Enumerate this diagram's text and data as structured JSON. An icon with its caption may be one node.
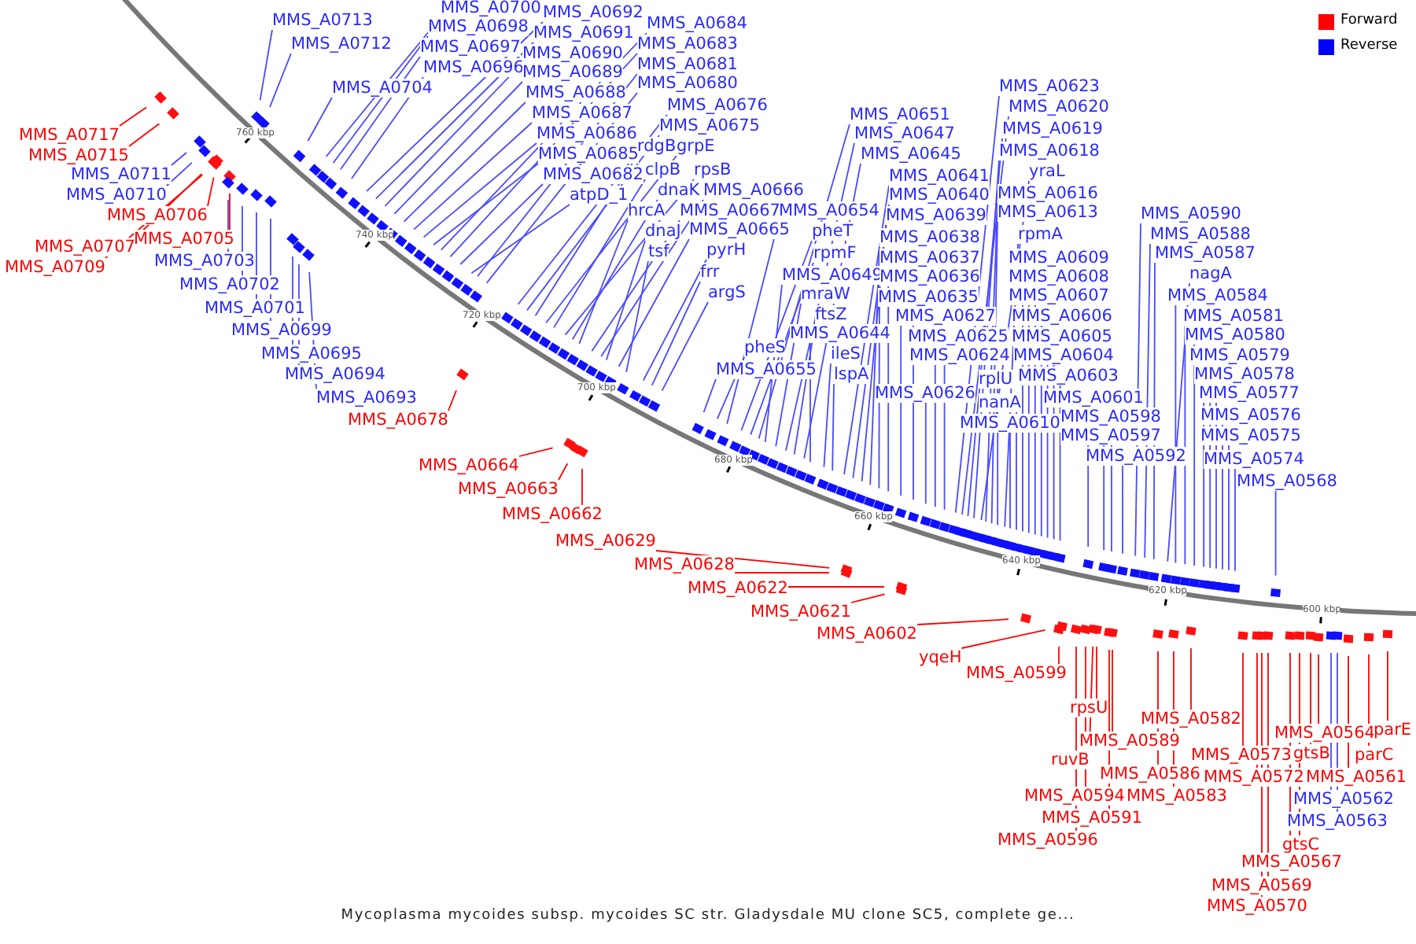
{
  "diagram": {
    "caption": "Mycoplasma mycoides subsp. mycoides SC str. Gladysdale MU clone SC5, complete ge...",
    "nodes": [
      {
        "text": [
          "MMS_A0713"
        ]
      },
      {
        "text": [
          "MMS_A0712"
        ]
      },
      {
        "text": [
          "MMS_A0700"
        ]
      },
      {
        "text": [
          "MMS_A0698"
        ]
      },
      {
        "text": [
          "MMS_A0697"
        ]
      },
      {
        "text": [
          "MMS_A0696"
        ]
      },
      {
        "text": [
          "MMS_A0704"
        ]
      },
      {
        "text": [
          "MMS_A0692"
        ]
      },
      {
        "text": [
          "MMS_A0691"
        ]
      },
      {
        "text": [
          "MMS_A0690"
        ]
      },
      {
        "text": [
          "MMS_A0689"
        ]
      },
      {
        "text": [
          "MMS_A0688"
        ]
      },
      {
        "text": [
          "MMS_A0687"
        ]
      },
      {
        "text": [
          "MMS_A0686"
        ]
      },
      {
        "text": [
          "MMS_A0685"
        ]
      },
      {
        "text": [
          "MMS_A0682"
        ]
      },
      {
        "text": [
          "atpD_1"
        ]
      },
      {
        "text": [
          "MMS_A0684"
        ]
      },
      {
        "text": [
          "MMS_A0683"
        ]
      },
      {
        "text": [
          "MMS_A0681"
        ]
      },
      {
        "text": [
          "MMS_A0680"
        ]
      },
      {
        "text": [
          "MMS_A0676"
        ]
      },
      {
        "text": [
          "MMS_A0675"
        ]
      },
      {
        "text": [
          "rdgB"
        ]
      },
      {
        "text": [
          "grpE"
        ]
      },
      {
        "text": [
          "clpB"
        ]
      },
      {
        "text": [
          "rpsB"
        ]
      },
      {
        "text": [
          "dnaK"
        ]
      },
      {
        "text": [
          "MMS_A0666"
        ]
      },
      {
        "text": [
          "hrcA"
        ]
      },
      {
        "text": [
          "MMS_A0667"
        ]
      },
      {
        "text": [
          "MMS_A0654"
        ]
      },
      {
        "text": [
          "dnaJ"
        ]
      },
      {
        "text": [
          "MMS_A0665"
        ]
      },
      {
        "text": [
          "tsf"
        ]
      },
      {
        "text": [
          "pyrH"
        ]
      },
      {
        "text": [
          "frr"
        ]
      },
      {
        "text": [
          "argS"
        ]
      },
      {
        "text": [
          "MMS_A0651"
        ]
      },
      {
        "text": [
          "MMS_A0647"
        ]
      },
      {
        "text": [
          "MMS_A0645"
        ]
      },
      {
        "text": [
          "MMS_A0641"
        ]
      },
      {
        "text": [
          "MMS_A0640"
        ]
      },
      {
        "text": [
          "MMS_A0639"
        ]
      },
      {
        "text": [
          "pheT"
        ]
      },
      {
        "text": [
          "MMS_A0638"
        ]
      },
      {
        "text": [
          "rpmF"
        ]
      },
      {
        "text": [
          "MMS_A0637"
        ]
      },
      {
        "text": [
          "MMS_A0649"
        ]
      },
      {
        "text": [
          "MMS_A0636"
        ]
      },
      {
        "text": [
          "mraW"
        ]
      },
      {
        "text": [
          "MMS_A0635"
        ]
      },
      {
        "text": [
          "ftsZ"
        ]
      },
      {
        "text": [
          "MMS_A0627"
        ]
      },
      {
        "text": [
          "MMS_A0644"
        ]
      },
      {
        "text": [
          "MMS_A0625"
        ]
      },
      {
        "text": [
          "pheS"
        ]
      },
      {
        "text": [
          "ileS"
        ]
      },
      {
        "text": [
          "MMS_A0624"
        ]
      },
      {
        "text": [
          "MMS_A0655"
        ]
      },
      {
        "text": [
          "lspA"
        ]
      },
      {
        "text": [
          "MMS_A0626"
        ]
      },
      {
        "text": [
          "MMS_A0623"
        ]
      },
      {
        "text": [
          "MMS_A0620"
        ]
      },
      {
        "text": [
          "MMS_A0619"
        ]
      },
      {
        "text": [
          "MMS_A0618"
        ]
      },
      {
        "text": [
          "yraL"
        ]
      },
      {
        "text": [
          "MMS_A0616"
        ]
      },
      {
        "text": [
          "MMS_A0613"
        ]
      },
      {
        "text": [
          "rpmA"
        ]
      },
      {
        "text": [
          "MMS_A0609"
        ]
      },
      {
        "text": [
          "MMS_A0608"
        ]
      },
      {
        "text": [
          "MMS_A0607"
        ]
      },
      {
        "text": [
          "MMS_A0606"
        ]
      },
      {
        "text": [
          "MMS_A0605"
        ]
      },
      {
        "text": [
          "MMS_A0604"
        ]
      },
      {
        "text": [
          "MMS_A0603"
        ]
      },
      {
        "text": [
          "rplU"
        ]
      },
      {
        "text": [
          "MMS_A0601"
        ]
      },
      {
        "text": [
          "nanA"
        ]
      },
      {
        "text": [
          "MMS_A0598"
        ]
      },
      {
        "text": [
          "MMS_A0610"
        ]
      },
      {
        "text": [
          "MMS_A0597"
        ]
      },
      {
        "text": [
          "MMS_A0592"
        ]
      },
      {
        "text": [
          "MMS_A0590"
        ]
      },
      {
        "text": [
          "MMS_A0588"
        ]
      },
      {
        "text": [
          "MMS_A0587"
        ]
      },
      {
        "text": [
          "nagA"
        ]
      },
      {
        "text": [
          "MMS_A0584"
        ]
      },
      {
        "text": [
          "MMS_A0581"
        ]
      },
      {
        "text": [
          "MMS_A0580"
        ]
      },
      {
        "text": [
          "MMS_A0579"
        ]
      },
      {
        "text": [
          "MMS_A0578"
        ]
      },
      {
        "text": [
          "MMS_A0577"
        ]
      },
      {
        "text": [
          "MMS_A0576"
        ]
      },
      {
        "text": [
          "MMS_A0575"
        ]
      },
      {
        "text": [
          "MMS_A0574"
        ]
      },
      {
        "text": [
          "MMS_A0568"
        ]
      },
      {
        "text": [
          "MMS_A0717"
        ]
      },
      {
        "text": [
          "MMS_A0715"
        ]
      },
      {
        "text": [
          "MMS_A0711"
        ]
      },
      {
        "text": [
          "MMS_A0710"
        ]
      },
      {
        "text": [
          "MMS_A0706"
        ]
      },
      {
        "text": [
          "MMS_A0705"
        ]
      },
      {
        "text": [
          "MMS_A0707"
        ]
      },
      {
        "text": [
          "MMS_A0703"
        ]
      },
      {
        "text": [
          "MMS_A0709"
        ]
      },
      {
        "text": [
          "MMS_A0702"
        ]
      },
      {
        "text": [
          "MMS_A0701"
        ]
      },
      {
        "text": [
          "MMS_A0699"
        ]
      },
      {
        "text": [
          "MMS_A0695"
        ]
      },
      {
        "text": [
          "MMS_A0694"
        ]
      },
      {
        "text": [
          "MMS_A0693"
        ]
      },
      {
        "text": [
          "MMS_A0678"
        ]
      },
      {
        "text": [
          "MMS_A0664"
        ]
      },
      {
        "text": [
          "MMS_A0663"
        ]
      },
      {
        "text": [
          "MMS_A0662"
        ]
      },
      {
        "text": [
          "MMS_A0629"
        ]
      },
      {
        "text": [
          "MMS_A0628"
        ]
      },
      {
        "text": [
          "MMS_A0622"
        ]
      },
      {
        "text": [
          "MMS_A0621"
        ]
      },
      {
        "text": [
          "MMS_A0602"
        ]
      },
      {
        "text": [
          "yqeH"
        ]
      },
      {
        "text": [
          "MMS_A0599"
        ]
      },
      {
        "text": [
          "rpsU"
        ]
      },
      {
        "text": [
          "MMS_A0582"
        ]
      },
      {
        "text": [
          "MMS_A0564"
        ]
      },
      {
        "text": [
          "parE"
        ]
      },
      {
        "text": [
          "MMS_A0589"
        ]
      },
      {
        "text": [
          "MMS_A0573"
        ]
      },
      {
        "text": [
          "gtsB"
        ]
      },
      {
        "text": [
          "parC"
        ]
      },
      {
        "text": [
          "ruvB"
        ]
      },
      {
        "text": [
          "MMS_A0586"
        ]
      },
      {
        "text": [
          "MMS_A0572"
        ]
      },
      {
        "text": [
          "MMS_A0561"
        ]
      },
      {
        "text": [
          "MMS_A0594"
        ]
      },
      {
        "text": [
          "MMS_A0583"
        ]
      },
      {
        "text": [
          "MMS_A0562"
        ]
      },
      {
        "text": [
          "MMS_A0591"
        ]
      },
      {
        "text": [
          "MMS_A0563"
        ]
      },
      {
        "text": [
          "MMS_A0596"
        ]
      },
      {
        "text": [
          "gtsC"
        ]
      },
      {
        "text": [
          "MMS_A0567"
        ]
      },
      {
        "text": [
          "MMS_A0569"
        ]
      },
      {
        "text": [
          "MMS_A0570"
        ]
      }
    ],
    "edges": [
      {
        "from": 0,
        "to": null,
        "arrow": "none"
      },
      {
        "from": 1,
        "to": null,
        "arrow": "none"
      },
      {
        "from": 2,
        "to": null,
        "arrow": "none"
      },
      {
        "from": 3,
        "to": null,
        "arrow": "none"
      },
      {
        "from": 4,
        "to": null,
        "arrow": "none"
      },
      {
        "from": 5,
        "to": null,
        "arrow": "none"
      },
      {
        "from": 6,
        "to": null,
        "arrow": "none"
      },
      {
        "from": 7,
        "to": null,
        "arrow": "none"
      },
      {
        "from": 8,
        "to": null,
        "arrow": "none"
      },
      {
        "from": 9,
        "to": null,
        "arrow": "none"
      },
      {
        "from": 10,
        "to": null,
        "arrow": "none"
      },
      {
        "from": 11,
        "to": null,
        "arrow": "none"
      },
      {
        "from": 12,
        "to": null,
        "arrow": "none"
      },
      {
        "from": 13,
        "to": null,
        "arrow": "none"
      },
      {
        "from": 14,
        "to": null,
        "arrow": "none"
      },
      {
        "from": 15,
        "to": null,
        "arrow": "none"
      },
      {
        "from": 16,
        "to": null,
        "arrow": "none"
      },
      {
        "from": 17,
        "to": null,
        "arrow": "none"
      },
      {
        "from": 18,
        "to": null,
        "arrow": "none"
      },
      {
        "from": 19,
        "to": null,
        "arrow": "none"
      },
      {
        "from": 20,
        "to": null,
        "arrow": "none"
      },
      {
        "from": 21,
        "to": null,
        "arrow": "none"
      },
      {
        "from": 22,
        "to": null,
        "arrow": "none"
      },
      {
        "from": 23,
        "to": null,
        "arrow": "none"
      },
      {
        "from": 24,
        "to": null,
        "arrow": "none"
      },
      {
        "from": 25,
        "to": null,
        "arrow": "none"
      },
      {
        "from": 26,
        "to": null,
        "arrow": "none"
      },
      {
        "from": 27,
        "to": null,
        "arrow": "none"
      },
      {
        "from": 28,
        "to": null,
        "arrow": "none"
      },
      {
        "from": 29,
        "to": null,
        "arrow": "none"
      },
      {
        "from": 30,
        "to": null,
        "arrow": "none"
      },
      {
        "from": 31,
        "to": null,
        "arrow": "none"
      },
      {
        "from": 32,
        "to": null,
        "arrow": "none"
      },
      {
        "from": 33,
        "to": null,
        "arrow": "none"
      },
      {
        "from": 34,
        "to": null,
        "arrow": "none"
      },
      {
        "from": 35,
        "to": null,
        "arrow": "none"
      },
      {
        "from": 36,
        "to": null,
        "arrow": "none"
      },
      {
        "from": 37,
        "to": null,
        "arrow": "none"
      },
      {
        "from": 38,
        "to": null,
        "arrow": "none"
      },
      {
        "from": 39,
        "to": null,
        "arrow": "none"
      },
      {
        "from": 40,
        "to": null,
        "arrow": "none"
      },
      {
        "from": 41,
        "to": null,
        "arrow": "none"
      },
      {
        "from": 42,
        "to": null,
        "arrow": "none"
      },
      {
        "from": 43,
        "to": null,
        "arrow": "none"
      },
      {
        "from": 44,
        "to": null,
        "arrow": "none"
      },
      {
        "from": 45,
        "to": null,
        "arrow": "none"
      },
      {
        "from": 46,
        "to": null,
        "arrow": "none"
      },
      {
        "from": 47,
        "to": null,
        "arrow": "none"
      },
      {
        "from": 48,
        "to": null,
        "arrow": "none"
      },
      {
        "from": 49,
        "to": null,
        "arrow": "none"
      },
      {
        "from": 50,
        "to": null,
        "arrow": "none"
      },
      {
        "from": 51,
        "to": null,
        "arrow": "none"
      },
      {
        "from": 52,
        "to": null,
        "arrow": "none"
      },
      {
        "from": 53,
        "to": null,
        "arrow": "none"
      },
      {
        "from": 54,
        "to": null,
        "arrow": "none"
      },
      {
        "from": 55,
        "to": null,
        "arrow": "none"
      },
      {
        "from": 56,
        "to": null,
        "arrow": "none"
      },
      {
        "from": 57,
        "to": null,
        "arrow": "none"
      },
      {
        "from": 58,
        "to": null,
        "arrow": "none"
      },
      {
        "from": 59,
        "to": null,
        "arrow": "none"
      },
      {
        "from": 60,
        "to": null,
        "arrow": "none"
      },
      {
        "from": 61,
        "to": null,
        "arrow": "none"
      },
      {
        "from": 62,
        "to": null,
        "arrow": "none"
      },
      {
        "from": 63,
        "to": null,
        "arrow": "none"
      },
      {
        "from": 64,
        "to": null,
        "arrow": "none"
      },
      {
        "from": 65,
        "to": null,
        "arrow": "none"
      },
      {
        "from": 66,
        "to": null,
        "arrow": "none"
      },
      {
        "from": 67,
        "to": null,
        "arrow": "none"
      },
      {
        "from": 68,
        "to": null,
        "arrow": "none"
      },
      {
        "from": 69,
        "to": null,
        "arrow": "none"
      },
      {
        "from": 70,
        "to": null,
        "arrow": "none"
      },
      {
        "from": 71,
        "to": null,
        "arrow": "none"
      },
      {
        "from": 72,
        "to": null,
        "arrow": "none"
      },
      {
        "from": 73,
        "to": null,
        "arrow": "none"
      },
      {
        "from": 74,
        "to": null,
        "arrow": "none"
      },
      {
        "from": 75,
        "to": null,
        "arrow": "none"
      },
      {
        "from": 76,
        "to": null,
        "arrow": "none"
      },
      {
        "from": 77,
        "to": null,
        "arrow": "none"
      },
      {
        "from": 78,
        "to": null,
        "arrow": "none"
      },
      {
        "from": 79,
        "to": null,
        "arrow": "none"
      },
      {
        "from": 80,
        "to": null,
        "arrow": "none"
      },
      {
        "from": 81,
        "to": null,
        "arrow": "none"
      },
      {
        "from": 82,
        "to": null,
        "arrow": "none"
      },
      {
        "from": 83,
        "to": null,
        "arrow": "none"
      },
      {
        "from": 84,
        "to": null,
        "arrow": "none"
      },
      {
        "from": 85,
        "to": null,
        "arrow": "none"
      },
      {
        "from": 86,
        "to": null,
        "arrow": "none"
      },
      {
        "from": 87,
        "to": null,
        "arrow": "none"
      },
      {
        "from": 88,
        "to": null,
        "arrow": "none"
      },
      {
        "from": 89,
        "to": null,
        "arrow": "none"
      },
      {
        "from": 90,
        "to": null,
        "arrow": "none"
      },
      {
        "from": 91,
        "to": null,
        "arrow": "none"
      },
      {
        "from": 92,
        "to": null,
        "arrow": "none"
      },
      {
        "from": 93,
        "to": null,
        "arrow": "none"
      },
      {
        "from": 94,
        "to": null,
        "arrow": "none"
      },
      {
        "from": 95,
        "to": null,
        "arrow": "none"
      },
      {
        "from": 96,
        "to": null,
        "arrow": "none"
      },
      {
        "from": 97,
        "to": null,
        "arrow": "none"
      },
      {
        "from": 98,
        "to": null,
        "arrow": "none",
        "color": "#ff0000"
      },
      {
        "from": 99,
        "to": null,
        "arrow": "none",
        "color": "#ff0000"
      },
      {
        "from": 100,
        "to": null,
        "arrow": "none"
      },
      {
        "from": 101,
        "to": null,
        "arrow": "none"
      },
      {
        "from": 102,
        "to": null,
        "arrow": "none",
        "color": "#ff0000"
      },
      {
        "from": 103,
        "to": null,
        "arrow": "none",
        "color": "#ff0000"
      },
      {
        "from": 104,
        "to": null,
        "arrow": "none",
        "color": "#ff0000"
      },
      {
        "from": 105,
        "to": null,
        "arrow": "none"
      },
      {
        "from": 106,
        "to": null,
        "arrow": "none",
        "color": "#ff0000"
      },
      {
        "from": 107,
        "to": null,
        "arrow": "none"
      },
      {
        "from": 108,
        "to": null,
        "arrow": "none"
      },
      {
        "from": 109,
        "to": null,
        "arrow": "none"
      },
      {
        "from": 110,
        "to": null,
        "arrow": "none"
      },
      {
        "from": 111,
        "to": null,
        "arrow": "none"
      },
      {
        "from": 112,
        "to": null,
        "arrow": "none"
      },
      {
        "from": 113,
        "to": null,
        "arrow": "none",
        "color": "#ff0000"
      },
      {
        "from": 114,
        "to": null,
        "arrow": "none",
        "color": "#ff0000"
      },
      {
        "from": 115,
        "to": null,
        "arrow": "none",
        "color": "#ff0000"
      },
      {
        "from": 116,
        "to": null,
        "arrow": "none",
        "color": "#ff0000"
      },
      {
        "from": 117,
        "to": null,
        "arrow": "none",
        "color": "#ff0000"
      },
      {
        "from": 118,
        "to": null,
        "arrow": "none",
        "color": "#ff0000"
      },
      {
        "from": 119,
        "to": null,
        "arrow": "none",
        "color": "#ff0000"
      },
      {
        "from": 120,
        "to": null,
        "arrow": "none",
        "color": "#ff0000"
      },
      {
        "from": 121,
        "to": null,
        "arrow": "none",
        "color": "#ff0000"
      },
      {
        "from": 122,
        "to": null,
        "arrow": "none",
        "color": "#ff0000"
      },
      {
        "from": 123,
        "to": null,
        "arrow": "none",
        "color": "#ff0000"
      },
      {
        "from": 124,
        "to": null,
        "arrow": "none",
        "color": "#ff0000"
      },
      {
        "from": 125,
        "to": null,
        "arrow": "none",
        "color": "#ff0000"
      },
      {
        "from": 126,
        "to": null,
        "arrow": "none",
        "color": "#ff0000"
      },
      {
        "from": 127,
        "to": null,
        "arrow": "none",
        "color": "#ff0000"
      },
      {
        "from": 128,
        "to": null,
        "arrow": "none",
        "color": "#ff0000"
      },
      {
        "from": 129,
        "to": null,
        "arrow": "none",
        "color": "#ff0000"
      },
      {
        "from": 130,
        "to": null,
        "arrow": "none",
        "color": "#ff0000"
      },
      {
        "from": 131,
        "to": null,
        "arrow": "none",
        "color": "#ff0000"
      },
      {
        "from": 132,
        "to": null,
        "arrow": "none",
        "color": "#ff0000"
      },
      {
        "from": 133,
        "to": null,
        "arrow": "none",
        "color": "#ff0000"
      },
      {
        "from": 134,
        "to": null,
        "arrow": "none",
        "color": "#ff0000"
      },
      {
        "from": 135,
        "to": null,
        "arrow": "none",
        "color": "#ff0000"
      },
      {
        "from": 136,
        "to": null,
        "arrow": "none",
        "color": "#ff0000"
      },
      {
        "from": 137,
        "to": null,
        "arrow": "none",
        "color": "#ff0000"
      },
      {
        "from": 138,
        "to": null,
        "arrow": "none"
      },
      {
        "from": 139,
        "to": null,
        "arrow": "none",
        "color": "#ff0000"
      },
      {
        "from": 140,
        "to": null,
        "arrow": "none"
      },
      {
        "from": 141,
        "to": null,
        "arrow": "none",
        "color": "#ff0000"
      },
      {
        "from": 142,
        "to": null,
        "arrow": "none",
        "color": "#ff0000"
      },
      {
        "from": 143,
        "to": null,
        "arrow": "none",
        "color": "#ff0000"
      },
      {
        "from": 144,
        "to": null,
        "arrow": "none",
        "color": "#ff0000"
      },
      {
        "from": 145,
        "to": null,
        "arrow": "none",
        "color": "#ff0000"
      }
    ],
    "labels": [
      "760 kbp",
      "740 kbp",
      "720 kbp",
      "700 kbp",
      "680 kbp",
      "660 kbp",
      "640 kbp",
      "620 kbp",
      "600 kbp"
    ],
    "legend": [
      {
        "text": "Forward",
        "color": "#ff0000"
      },
      {
        "text": "Reverse",
        "color": "#0000ff"
      }
    ]
  }
}
